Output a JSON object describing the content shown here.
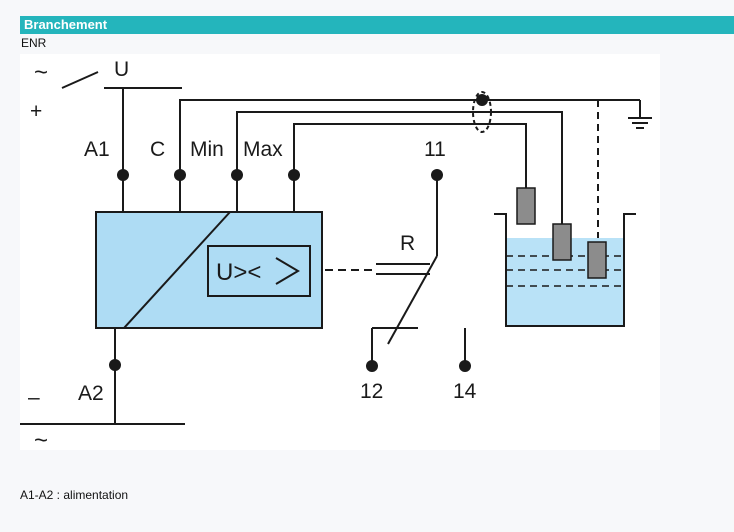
{
  "section": {
    "title": "Branchement",
    "subtitle": "ENR"
  },
  "diagram": {
    "labels": {
      "ac_top": "~",
      "plus": "+",
      "u": "U",
      "a1": "A1",
      "c": "C",
      "min": "Min",
      "max": "Max",
      "t11": "11",
      "r": "R",
      "relay_box": "U><",
      "t12": "12",
      "t14": "14",
      "minus": "–",
      "a2": "A2",
      "ac_bottom": "~"
    },
    "colors": {
      "module_fill": "#aedcf4",
      "tank_fill": "#b9e2f7",
      "probe_fill": "#8c8c8c",
      "line": "#1a1a1a"
    }
  },
  "caption": "A1-A2 : alimentation"
}
